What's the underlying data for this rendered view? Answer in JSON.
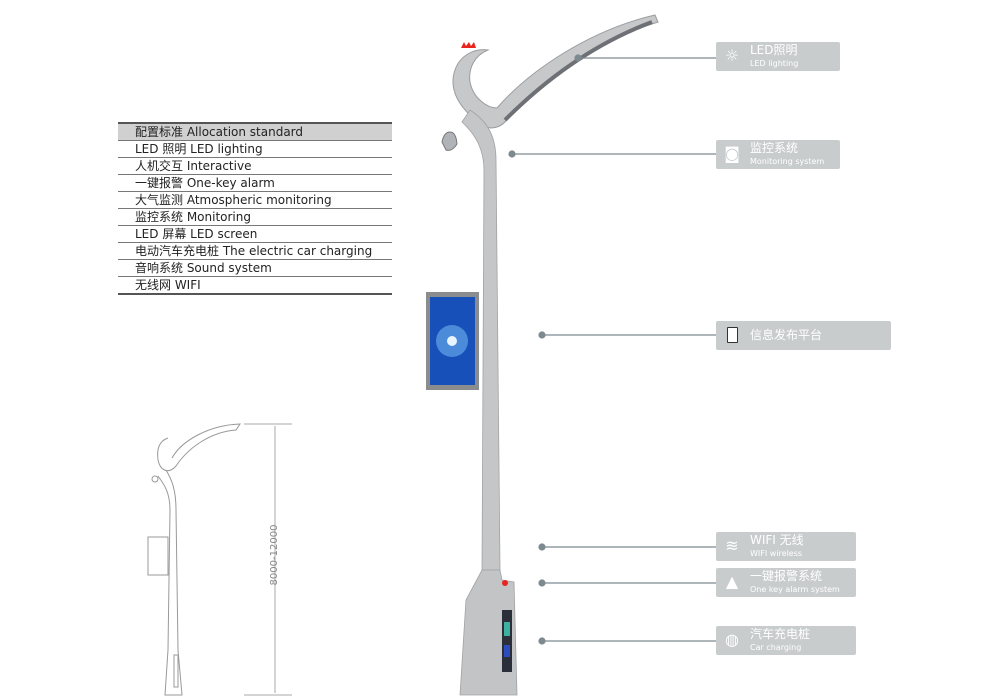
{
  "spec_table": {
    "header": "配置标准 Allocation standard",
    "rows": [
      "LED 照明 LED lighting",
      "人机交互 Interactive",
      "一键报警 One-key alarm",
      "大气监测 Atmospheric monitoring",
      "监控系统 Monitoring",
      "LED 屏幕 LED screen",
      "电动汽车充电桩 The electric car charging",
      "音响系统 Sound system",
      "无线网 WIFI"
    ]
  },
  "callouts": [
    {
      "icon": "sun-icon",
      "title": "LED照明",
      "subtitle": "LED lighting"
    },
    {
      "icon": "camera-icon",
      "title": "监控系统",
      "subtitle": "Monitoring system"
    },
    {
      "icon": "phone-icon",
      "title": "信息发布平台",
      "subtitle": ""
    },
    {
      "icon": "wifi-icon",
      "title": "WIFI 无线",
      "subtitle": "WIFI wireless"
    },
    {
      "icon": "warning-icon",
      "title": "一键报警系统",
      "subtitle": "One key alarm system"
    },
    {
      "icon": "gauge-icon",
      "title": "汽车充电桩",
      "subtitle": "Car charging"
    }
  ],
  "dimension_label": "8000-12000",
  "colors": {
    "tag_bg": "#c9cccd",
    "pole": "#c4c6c8",
    "leader": "#7d8a90",
    "alarm_red": "#e8241c"
  }
}
